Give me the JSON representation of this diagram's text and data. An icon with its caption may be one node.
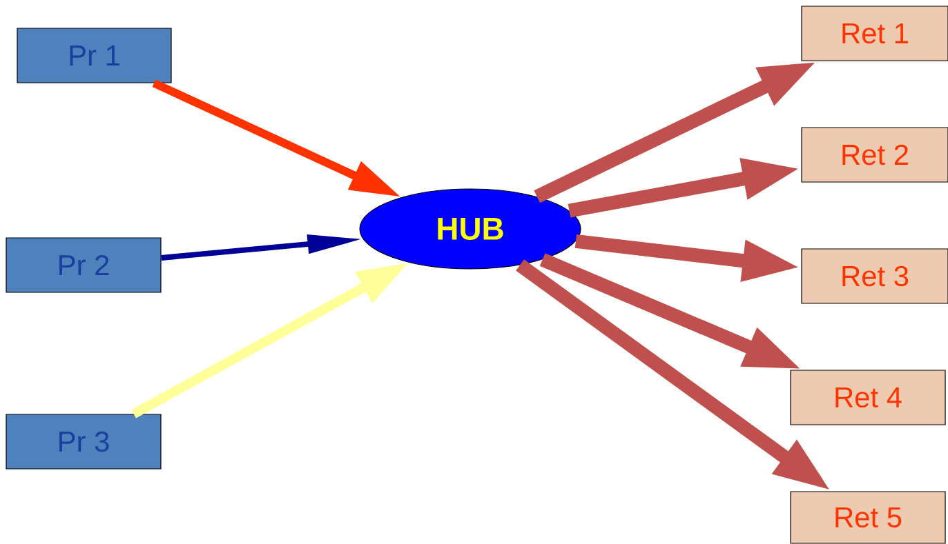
{
  "diagram": {
    "nodes": [
      {
        "text": [
          "Pr 1"
        ]
      },
      {
        "text": [
          "Pr 2"
        ]
      },
      {
        "text": [
          "Pr 3"
        ]
      },
      {
        "text": [
          "HUB"
        ]
      },
      {
        "text": [
          "Ret 1"
        ]
      },
      {
        "text": [
          "Ret 2"
        ]
      },
      {
        "text": [
          "Ret 3"
        ]
      },
      {
        "text": [
          "Ret 4"
        ]
      },
      {
        "text": [
          "Ret 5"
        ]
      }
    ],
    "edges": [
      {
        "from": 0,
        "to": 3,
        "arrow": "to",
        "color": "#ff3300"
      },
      {
        "from": 1,
        "to": 3,
        "arrow": "to",
        "color": "#000099"
      },
      {
        "from": 2,
        "to": 3,
        "arrow": "to",
        "color": "#ffff99"
      },
      {
        "from": 3,
        "to": 4,
        "arrow": "to"
      },
      {
        "from": 3,
        "to": 5,
        "arrow": "to"
      },
      {
        "from": 3,
        "to": 6,
        "arrow": "to"
      },
      {
        "from": 3,
        "to": 7,
        "arrow": "to"
      },
      {
        "from": 3,
        "to": 8,
        "arrow": "to"
      }
    ]
  }
}
